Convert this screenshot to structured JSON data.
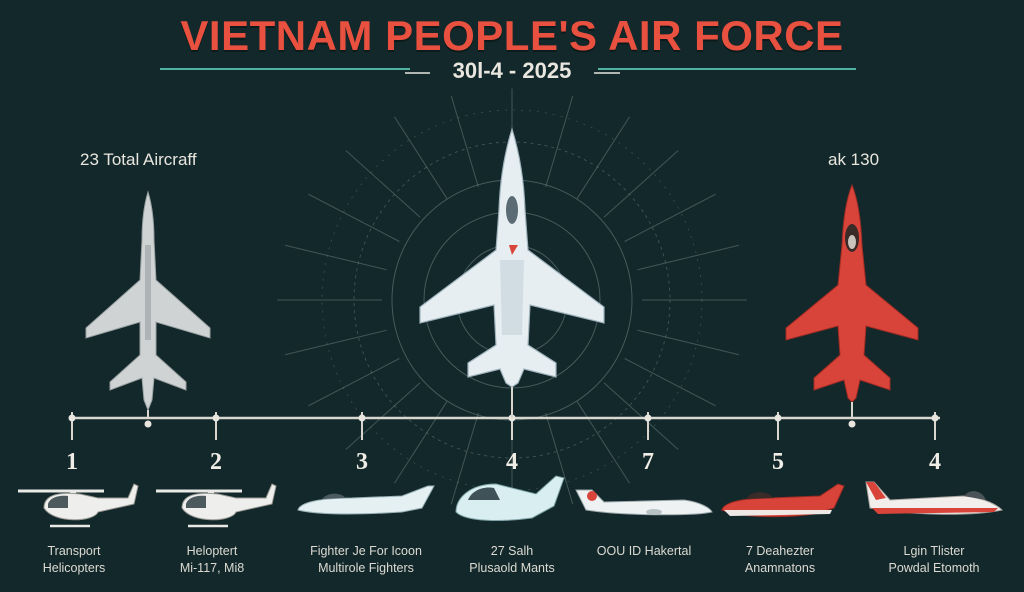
{
  "header": {
    "title": "VIETNAM PEOPLE'S AIR FORCE",
    "subtitle": "30l-4 - 2025"
  },
  "labels": {
    "total_aircraft": "23 Total Aircraff",
    "right_label": "ak 130"
  },
  "colors": {
    "background": "#13282a",
    "title": "#e8503f",
    "accent_red": "#d9443a",
    "silver": "#cfd3d4",
    "teal_line": "#4fb3a2"
  },
  "featured_aircraft": [
    {
      "id": "left-fighter",
      "icon": "fighter-jet-icon",
      "color": "silver"
    },
    {
      "id": "center-fighter",
      "icon": "fighter-jet-icon",
      "color": "light-blue"
    },
    {
      "id": "right-trainer",
      "icon": "jet-trainer-icon",
      "color": "red"
    }
  ],
  "timeline": [
    {
      "number": "1",
      "icon": "helicopter-icon",
      "caption": [
        "Transport",
        "Helicopters"
      ]
    },
    {
      "number": "2",
      "icon": "helicopter-icon",
      "caption": [
        "Heloptert",
        "Mi-117, Mi8"
      ]
    },
    {
      "number": "3",
      "icon": "jet-icon",
      "caption": [
        "Fighter Je For Icoon",
        "Multirole Fighters"
      ]
    },
    {
      "number": "4",
      "icon": "jet-icon",
      "caption": [
        "27 Salh",
        "Plusaold Mants"
      ]
    },
    {
      "number": "7",
      "icon": "jet-icon",
      "caption": [
        "OOU ID Hakertal"
      ]
    },
    {
      "number": "5",
      "icon": "jet-icon",
      "caption": [
        "7 Deahezter",
        "Anamnatons"
      ]
    },
    {
      "number": "4",
      "icon": "jet-icon",
      "caption": [
        "Lgin Tlister",
        "Powdal Etomoth"
      ]
    }
  ]
}
